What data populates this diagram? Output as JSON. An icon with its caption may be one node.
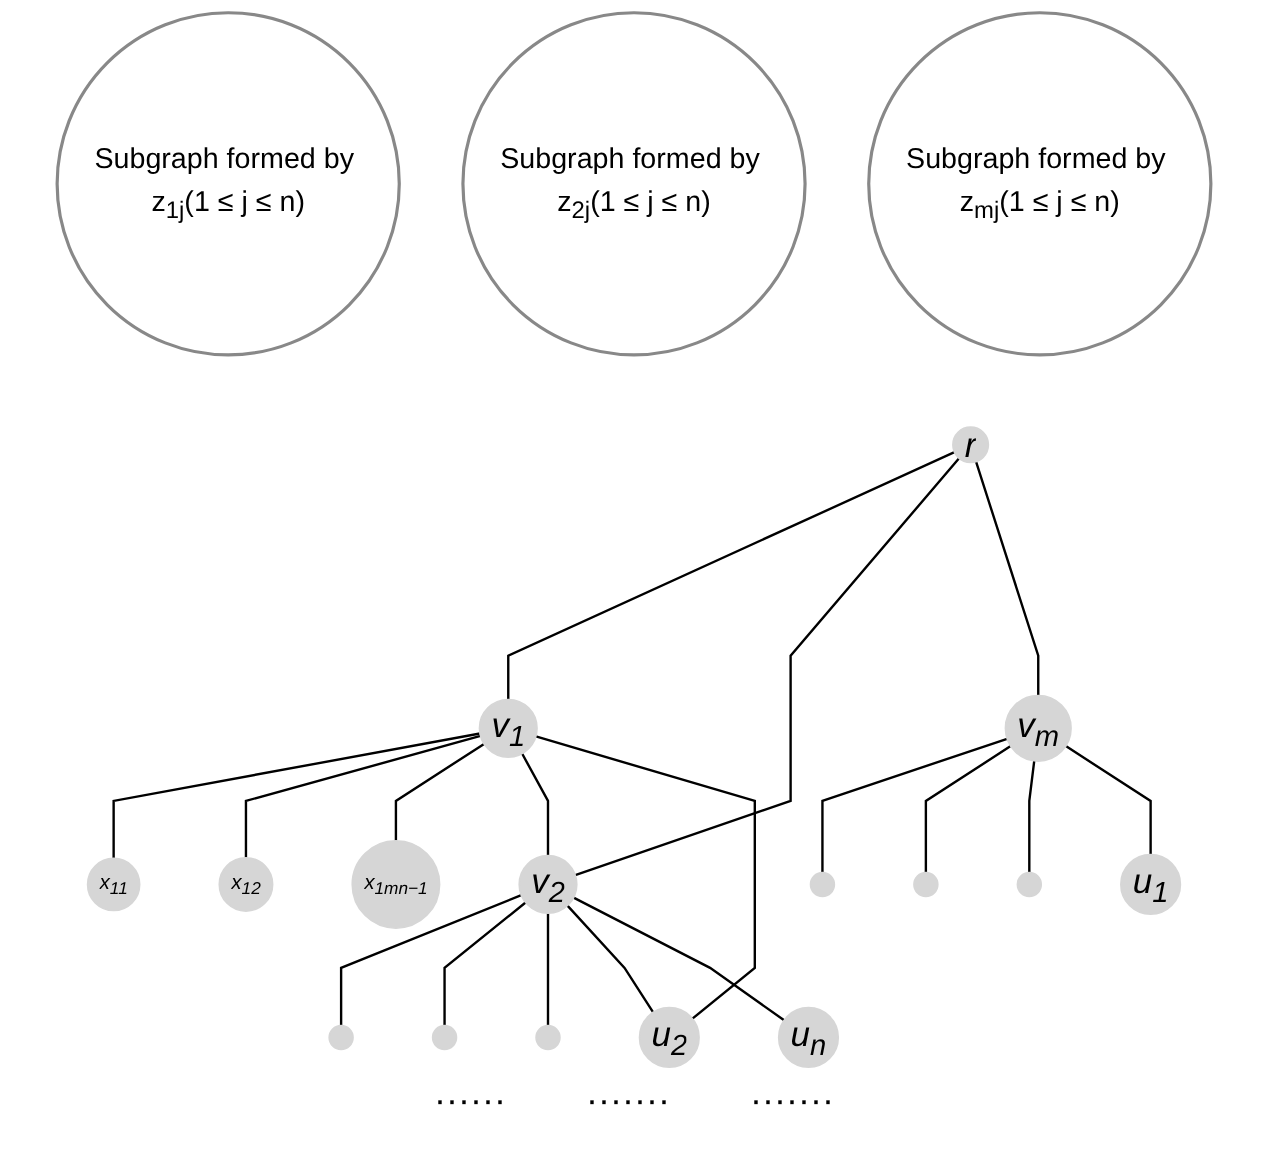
{
  "diagram": {
    "nodes": [
      {
        "text": [
          "Subgraph formed by z$_{1j}$(1 ≤ j ≤ n)"
        ]
      },
      {
        "text": [
          "Subgraph formed by z$_{2j}$(1 ≤ j ≤ n)"
        ]
      },
      {
        "text": [
          "Subgraph formed by z$_{mj}$(1 ≤ j ≤ n)"
        ]
      },
      {
        "text": [
          "r"
        ]
      },
      {
        "text": [
          "x$_{11}$"
        ]
      },
      {
        "text": [],
        "shape": "circle"
      },
      {
        "text": [],
        "shape": "circle"
      },
      {
        "text": [
          "x$_{12}$"
        ]
      },
      {
        "text": [
          "v$_{1}$"
        ]
      },
      {
        "text": [
          "v$_{2}$"
        ]
      },
      {
        "text": [
          "v$_{m}$"
        ]
      },
      {
        "text": [],
        "shape": "circle"
      },
      {
        "text": [],
        "shape": "circle"
      },
      {
        "text": [
          "x$_{1mn−1}$"
        ]
      },
      {
        "text": [],
        "shape": "circle"
      },
      {
        "text": [],
        "shape": "circle"
      },
      {
        "text": [
          "u$_{1}$"
        ]
      },
      {
        "text": [
          "u$_{2}$"
        ]
      },
      {
        "text": [
          "u$_{n}$"
        ]
      }
    ],
    "edges": [
      {
        "from": 3,
        "to": 8,
        "arrow": "none"
      },
      {
        "from": 3,
        "to": 9,
        "arrow": "none"
      },
      {
        "from": 3,
        "to": 10,
        "arrow": "none"
      },
      {
        "from": 8,
        "to": 4,
        "arrow": "none"
      },
      {
        "from": 8,
        "to": 7,
        "arrow": "none"
      },
      {
        "from": 8,
        "to": 13,
        "arrow": "none"
      },
      {
        "from": 8,
        "to": 9,
        "arrow": "none"
      },
      {
        "from": 9,
        "to": 5,
        "arrow": "none"
      },
      {
        "from": 9,
        "to": 11,
        "arrow": "none"
      },
      {
        "from": 9,
        "to": 14,
        "arrow": "none"
      },
      {
        "from": 10,
        "to": 6,
        "arrow": "none"
      },
      {
        "from": 10,
        "to": 12,
        "arrow": "none"
      },
      {
        "from": 10,
        "to": 15,
        "arrow": "none"
      },
      {
        "from": 8,
        "to": 17,
        "arrow": "none"
      },
      {
        "from": 9,
        "to": 17,
        "arrow": "none"
      },
      {
        "from": 9,
        "to": 18,
        "arrow": "none"
      },
      {
        "from": 10,
        "to": 16,
        "arrow": "none"
      }
    ],
    "labels": [
      "······",
      "·······",
      "·······"
    ]
  }
}
